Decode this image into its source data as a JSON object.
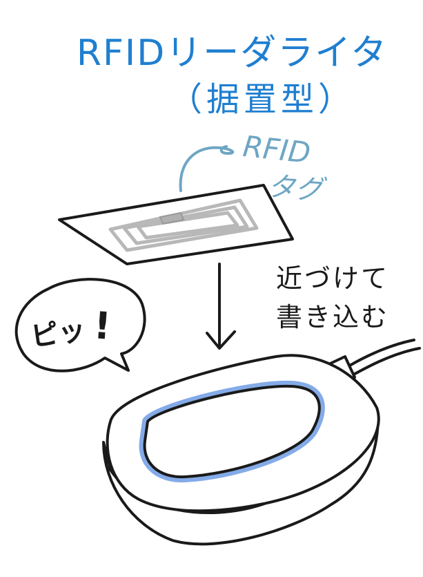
{
  "title": {
    "line1": "RFIDリーダライタ",
    "line2": "（据置型）"
  },
  "tag": {
    "label_line1": "RFID",
    "label_line2": "タグ"
  },
  "caption": {
    "line1": "近づけて",
    "line2": "書き込む"
  },
  "speech_bubble": {
    "text": "ピッ",
    "exclamation": "!"
  },
  "colors": {
    "title": "#1f7fd0",
    "tag_label": "#6ea6c4",
    "reader_glow": "#5b8fe0",
    "ink": "#1a1a1a",
    "tag_antenna": "#b8b8b8"
  }
}
